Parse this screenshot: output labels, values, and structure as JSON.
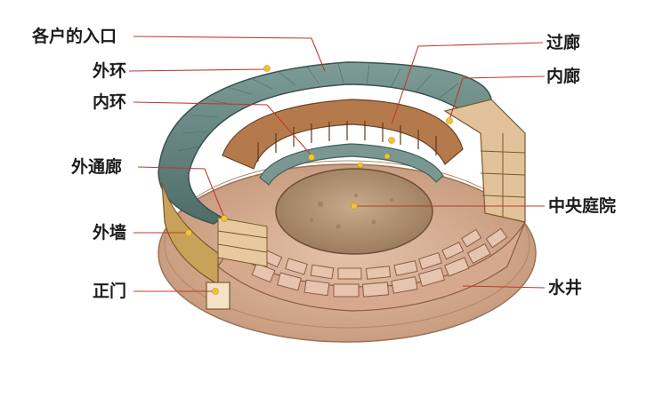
{
  "diagram": {
    "labels": {
      "entrance": "各户的入口",
      "outer_ring": "外环",
      "inner_ring": "内环",
      "outer_corridor": "外通廊",
      "outer_wall": "外墙",
      "main_gate": "正门",
      "passage": "过廊",
      "inner_corridor": "内廊",
      "central_courtyard": "中央庭院",
      "well": "水井"
    },
    "colors": {
      "roof": "#6b8c86",
      "roof_dark": "#4f6c68",
      "earth_wall": "#c9a25a",
      "wall_cut": "#d8b774",
      "ground": "#d9b39a",
      "courtyard": "#b89a7a",
      "wood": "#a0663c",
      "leader_line": "#c0392b",
      "dot": "#f4c430"
    }
  }
}
